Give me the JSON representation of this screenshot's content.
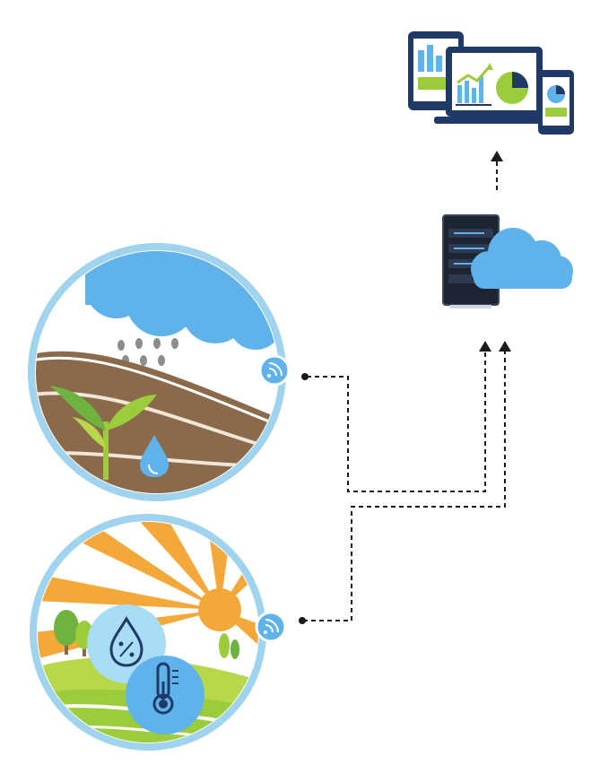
{
  "diagram": {
    "nodes": [
      {
        "id": "dashboard-devices",
        "icon": "devices-dashboard-icon"
      },
      {
        "id": "cloud-server",
        "icon": "server-cloud-icon"
      },
      {
        "id": "soil-rain-sensor",
        "icon": "soil-rain-scene-icon"
      },
      {
        "id": "weather-sensor",
        "icon": "sun-humidity-temperature-scene-icon"
      }
    ],
    "connections": [
      {
        "from": "soil-rain-sensor",
        "to": "cloud-server",
        "style": "dashed"
      },
      {
        "from": "weather-sensor",
        "to": "cloud-server",
        "style": "dashed"
      },
      {
        "from": "cloud-server",
        "to": "dashboard-devices",
        "style": "dashed"
      }
    ],
    "colors": {
      "navy": "#1f3a66",
      "sky_blue": "#5fb2ea",
      "light_blue": "#a9dcf5",
      "ring_blue": "#9fd3ee",
      "lime": "#9ccb3b",
      "soil": "#8a6a4a",
      "sun_orange": "#f4a83a",
      "line": "#1a1a1a"
    }
  }
}
